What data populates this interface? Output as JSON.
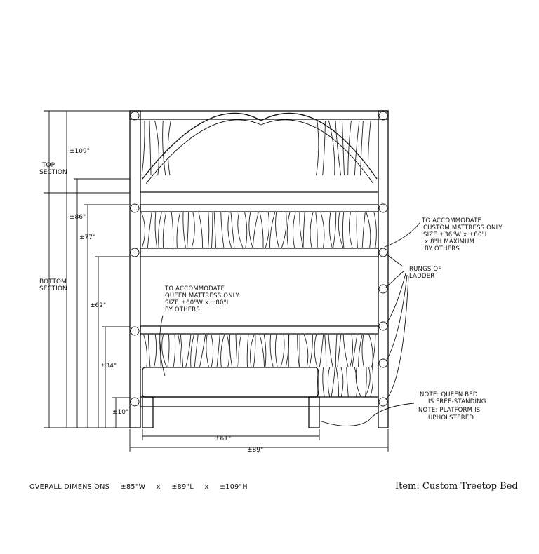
{
  "dimensions": {
    "total_height": "±109\"",
    "h86": "±86\"",
    "h77": "±77\"",
    "h62": "±62\"",
    "h34": "±34\"",
    "h10": "±10\"",
    "width_61": "±61\"",
    "width_89": "±89\"",
    "top_section": [
      "TOP",
      "SECTION"
    ],
    "bottom_section": [
      "BOTTOM",
      "SECTION"
    ]
  },
  "notes": {
    "custom_mattress": [
      "TO ACCOMMODATE",
      "CUSTOM MATTRESS ONLY",
      "SIZE ±36\"W x ±80\"L",
      "x 8\"H MAXIMUM",
      "BY OTHERS"
    ],
    "rungs": [
      "RUNGS OF",
      "LADDER"
    ],
    "queen_mattress": [
      "TO ACCOMMODATE",
      "QUEEN MATTRESS ONLY",
      "SIZE ±60\"W x ±80\"L",
      "BY OTHERS"
    ],
    "queen_bed": [
      "NOTE: QUEEN BED",
      "IS FREE-STANDING"
    ],
    "platform": [
      "NOTE: PLATFORM IS",
      "UPHOLSTERED"
    ]
  },
  "footer": {
    "overall_label": "OVERALL DIMENSIONS",
    "overall_w": "±85\"W",
    "x1": "x",
    "overall_l": "±89\"L",
    "x2": "x",
    "overall_h": "±109\"H",
    "item": "Item: Custom Treetop Bed"
  }
}
